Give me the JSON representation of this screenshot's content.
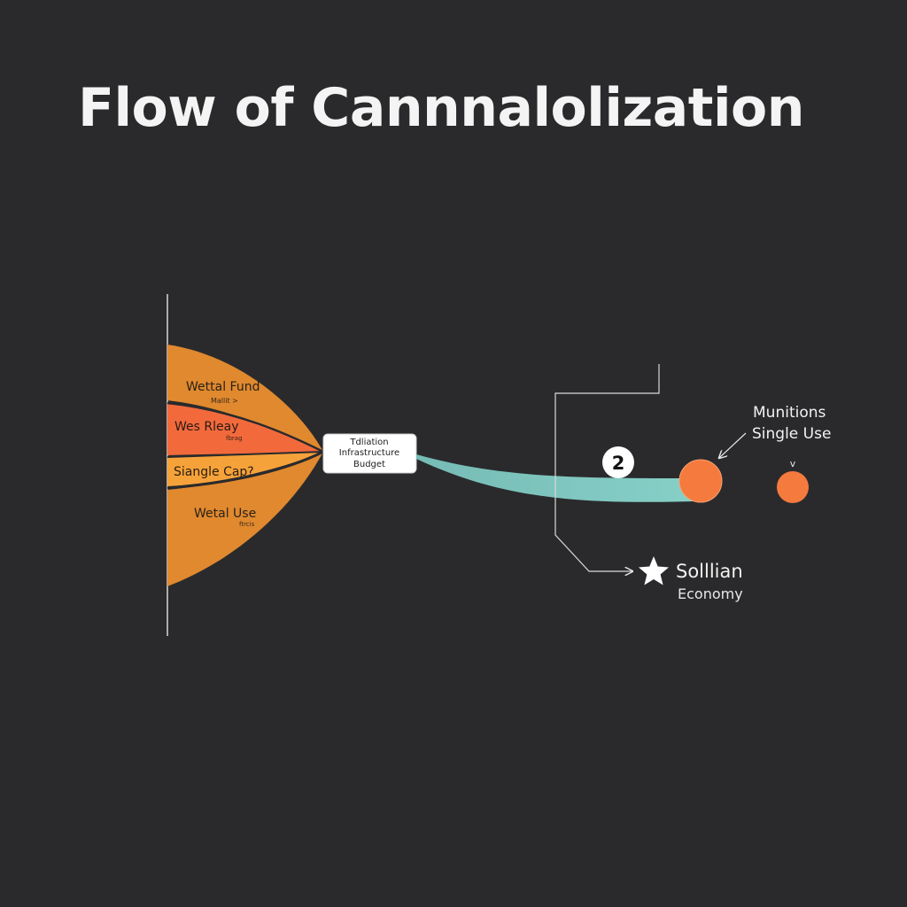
{
  "title": "Flow of Cannnalolization",
  "sources": [
    {
      "label": "Wettal Fund",
      "sublabel": "Mallit >"
    },
    {
      "label": "Wes Rleay",
      "sublabel": "fbrag"
    },
    {
      "label": "Siangle Cap?",
      "sublabel": ""
    },
    {
      "label": "Wetal Use",
      "sublabel": "ftrcis"
    }
  ],
  "hub": {
    "lines": [
      "Tdliation",
      "Infrastructure",
      "Budget"
    ]
  },
  "step_badge": "2",
  "munitions": {
    "lines": [
      "Munitions",
      "Single Use"
    ]
  },
  "small_marker": "v",
  "destination": {
    "lines": [
      "Solllian",
      "Economy"
    ]
  },
  "colors": {
    "background": "#2a2a2c",
    "orange": "#e0892f",
    "orange_red": "#f26a3c",
    "yellow_orange": "#f6a23a",
    "teal": "#7fcbc4",
    "node": "#f57a3e",
    "text_light": "#f2f2f2",
    "text_dark": "#222222"
  }
}
